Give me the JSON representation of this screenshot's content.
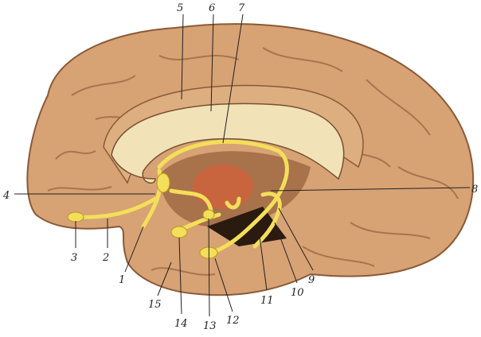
{
  "figure": {
    "colors": {
      "brain": "#d7a274",
      "brain_dark": "#a8724a",
      "callosum": "#f1e2b8",
      "pathway": "#f3df5a",
      "thalamus": "#c8653f",
      "background": "#ffffff"
    },
    "labels": [
      "1",
      "2",
      "3",
      "4",
      "5",
      "6",
      "7",
      "8",
      "9",
      "10",
      "11",
      "12",
      "13",
      "14",
      "15"
    ]
  }
}
